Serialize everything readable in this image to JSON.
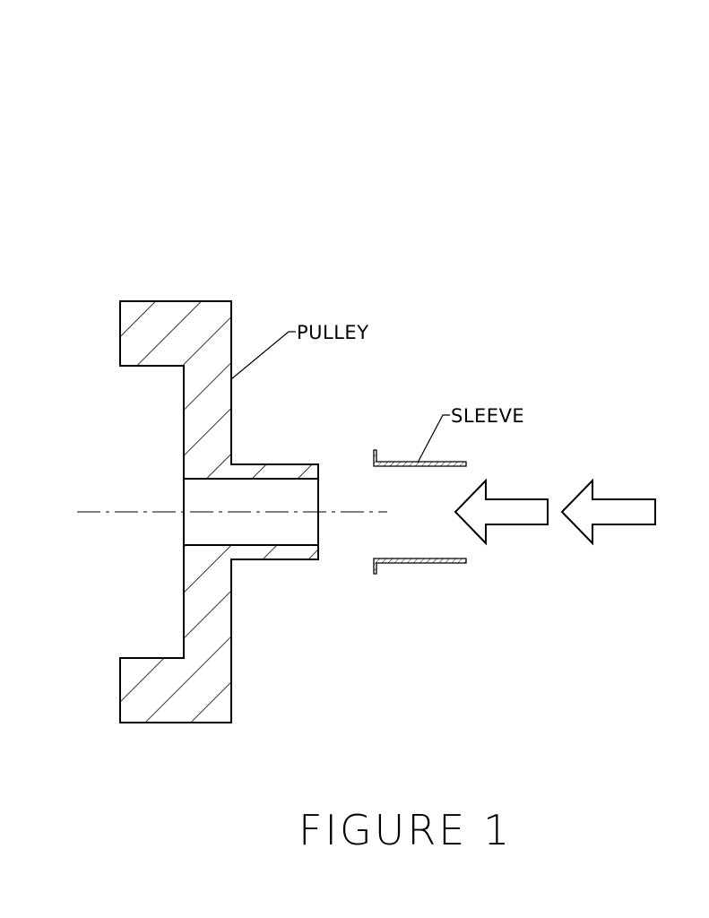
{
  "labels": {
    "pulley": "PULLEY",
    "sleeve": "SLEEVE"
  },
  "caption": "FIGURE 1",
  "colors": {
    "line": "#000000",
    "background": "#ffffff"
  }
}
